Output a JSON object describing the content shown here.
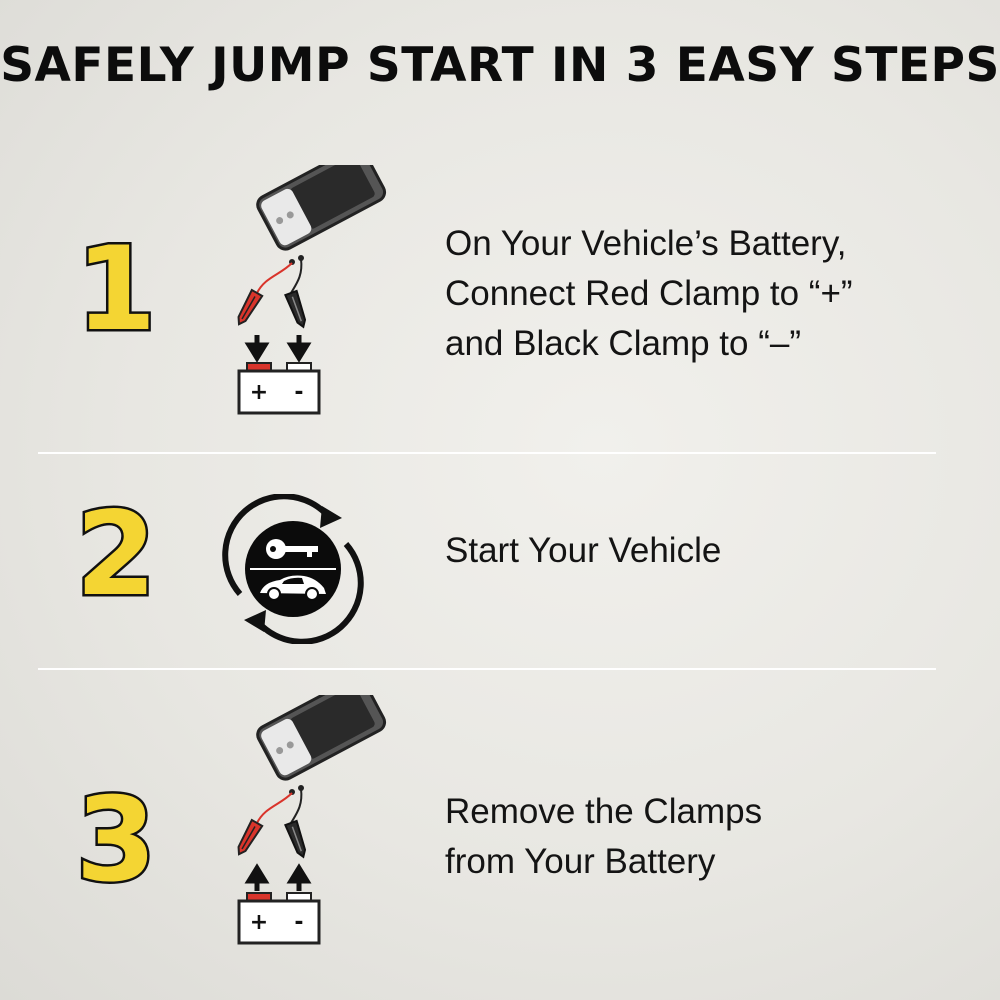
{
  "title": "SAFELY JUMP START IN 3 EASY STEPS",
  "colors": {
    "accent_yellow": "#f4d533",
    "clamp_red": "#d9342b",
    "divider": "#ffffff",
    "text": "#141414"
  },
  "steps": [
    {
      "number": "1",
      "icon": "jump-starter-connect-icon",
      "lines": [
        "On Your Vehicle’s Battery,",
        "Connect Red Clamp to “+”",
        "and Black Clamp to “–”"
      ],
      "battery_plus": "+",
      "battery_minus": "-"
    },
    {
      "number": "2",
      "icon": "start-vehicle-key-car-icon",
      "lines": [
        "Start Your Vehicle"
      ]
    },
    {
      "number": "3",
      "icon": "jump-starter-remove-icon",
      "lines": [
        "Remove the Clamps",
        "from Your Battery"
      ],
      "battery_plus": "+",
      "battery_minus": "-"
    }
  ]
}
